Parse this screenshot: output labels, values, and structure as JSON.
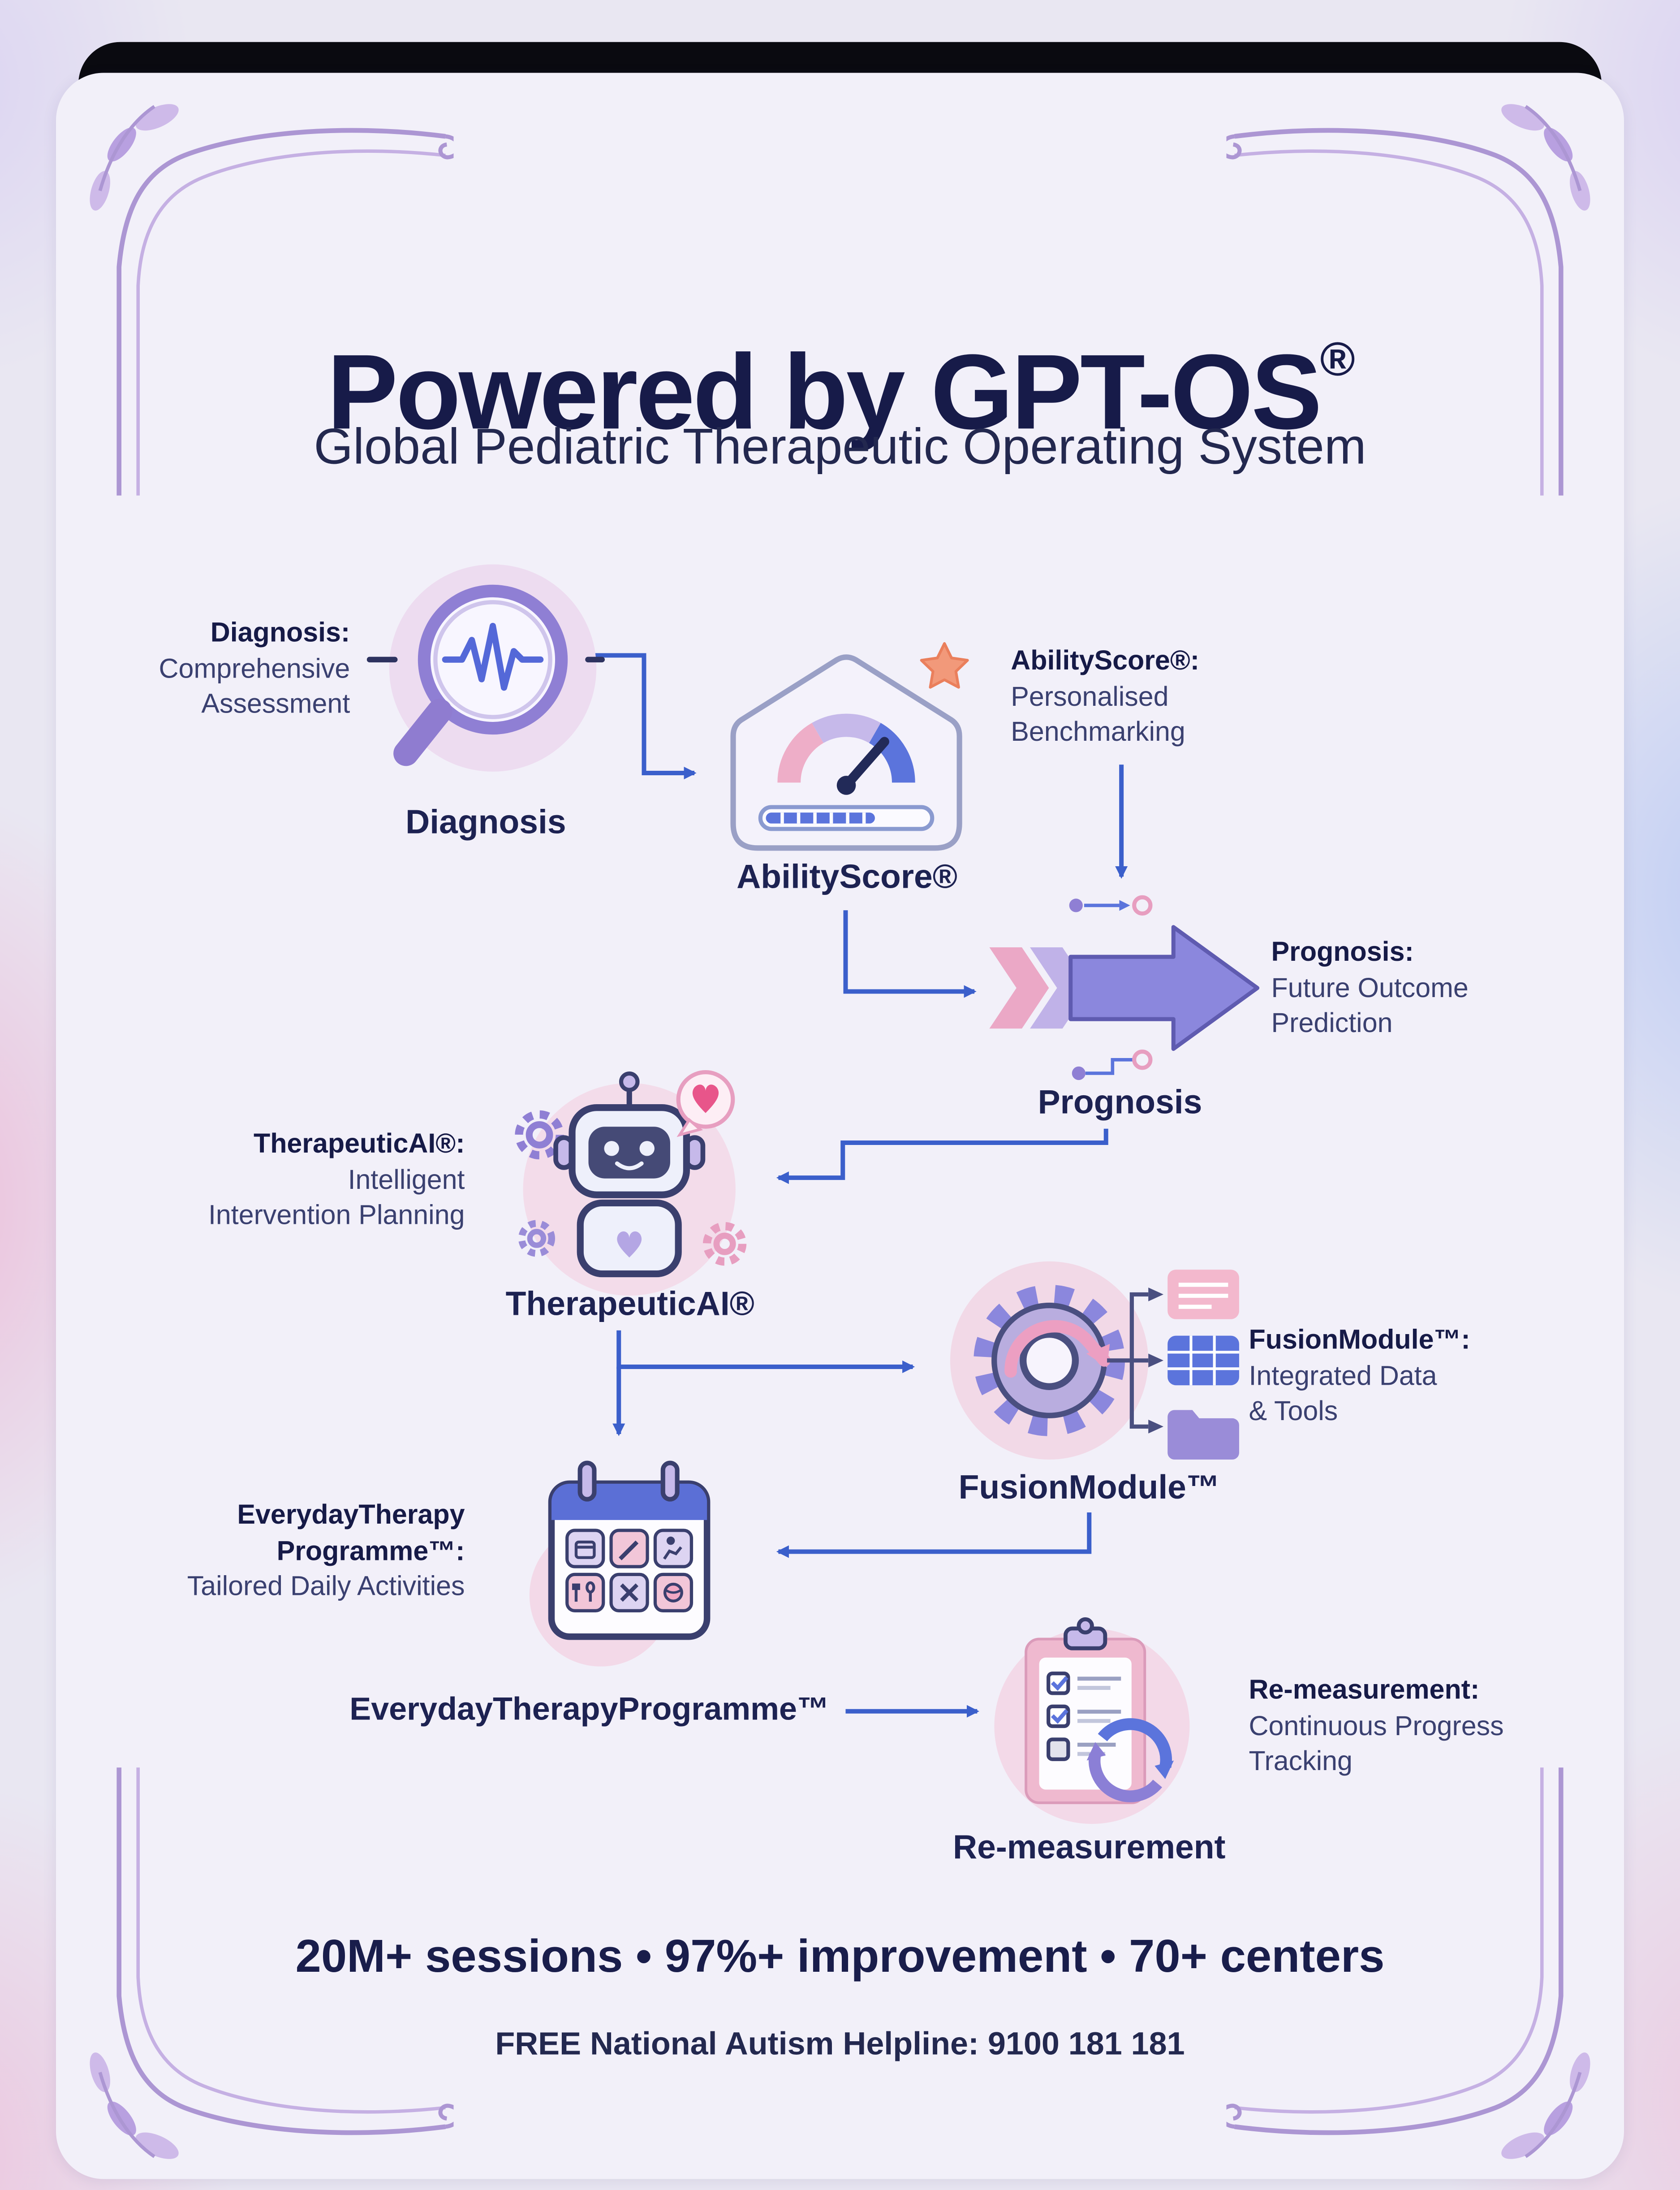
{
  "header": {
    "title": "Powered by GPT-OS",
    "title_mark": "®",
    "subtitle": "Global Pediatric Therapeutic Operating System"
  },
  "flow": {
    "steps": [
      {
        "id": "diagnosis",
        "label": "Diagnosis",
        "callout_title": "Diagnosis:",
        "callout_body": "Comprehensive\nAssessment",
        "icon": "magnifier-waveform-icon"
      },
      {
        "id": "ability-score",
        "label": "AbilityScore®",
        "callout_title": "AbilityScore®:",
        "callout_body": "Personalised\nBenchmarking",
        "icon": "gauge-star-icon"
      },
      {
        "id": "prognosis",
        "label": "Prognosis",
        "callout_title": "Prognosis:",
        "callout_body": "Future Outcome\nPrediction",
        "icon": "forecast-arrow-icon"
      },
      {
        "id": "therapeutic-ai",
        "label": "TherapeuticAI®",
        "callout_title": "TherapeuticAI®:",
        "callout_body": "Intelligent\nIntervention Planning",
        "icon": "robot-icon"
      },
      {
        "id": "fusion-module",
        "label": "FusionModule™",
        "callout_title": "FusionModule™:",
        "callout_body": "Integrated Data\n& Tools",
        "icon": "gear-data-icon"
      },
      {
        "id": "everyday-therapy",
        "label": "EverydayTherapyProgramme™",
        "callout_title": "EverydayTherapy\nProgramme™:",
        "callout_body": "Tailored Daily Activities",
        "icon": "activity-calendar-icon"
      },
      {
        "id": "re-measurement",
        "label": "Re-measurement",
        "callout_title": "Re-measurement:",
        "callout_body": "Continuous Progress\nTracking",
        "icon": "clipboard-refresh-icon"
      }
    ]
  },
  "footer": {
    "stats": "20M+ sessions • 97%+ improvement • 70+ centers",
    "helpline": "FREE National Autism Helpline: 9100 181 181"
  },
  "colors": {
    "accent_blue": "#3b5fcb",
    "navy": "#1b1f4e",
    "lavender": "#a78fd0",
    "pink": "#eeaec8",
    "card_bg": "#f2f0f9"
  }
}
